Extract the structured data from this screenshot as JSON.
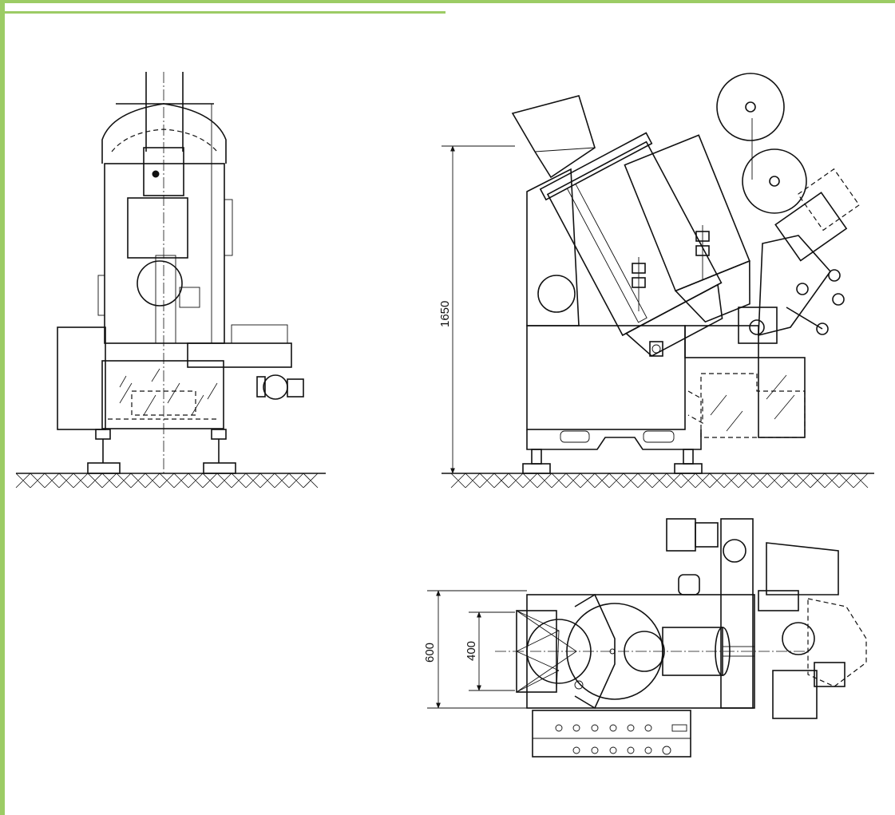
{
  "theme": {
    "frame_color": "#9ccc65",
    "line_color": "#111111"
  },
  "dimensions": {
    "height_label": "1650",
    "width_outer_label": "600",
    "width_inner_label": "400"
  }
}
